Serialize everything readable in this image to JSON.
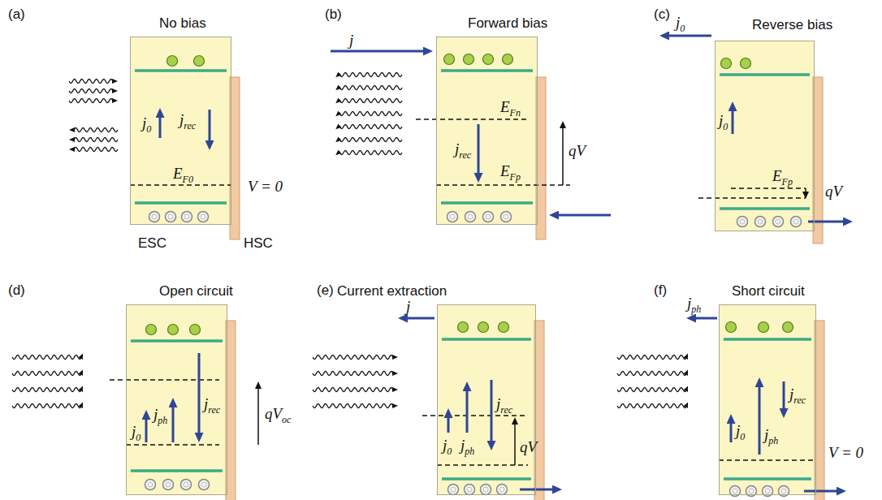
{
  "diagram": {
    "nodes": [
      {
        "text": [
          "No bias",
          "j0",
          "jrec",
          "EF0"
        ]
      },
      {
        "text": [
          "Forward bias",
          "EFn",
          "jrec",
          "EFp"
        ]
      },
      {
        "text": [
          "Reverse bias",
          "j0",
          "EFp"
        ]
      },
      {
        "text": [
          "Open circuit",
          "j0",
          "jph",
          "jrec"
        ]
      },
      {
        "text": [
          "Current extraction",
          "j0",
          "jph",
          "jrec",
          "qV"
        ]
      },
      {
        "text": [
          "Short circuit",
          "j0",
          "jph",
          "jrec"
        ]
      }
    ],
    "labels": [
      "(a)",
      "V = 0",
      "ESC",
      "HSC",
      "(b)",
      "j",
      "qV",
      "(c)",
      "j0",
      "qV",
      "(d)",
      "qVoc",
      "(e)",
      "j",
      "(f)",
      "jph",
      "V = 0"
    ]
  }
}
